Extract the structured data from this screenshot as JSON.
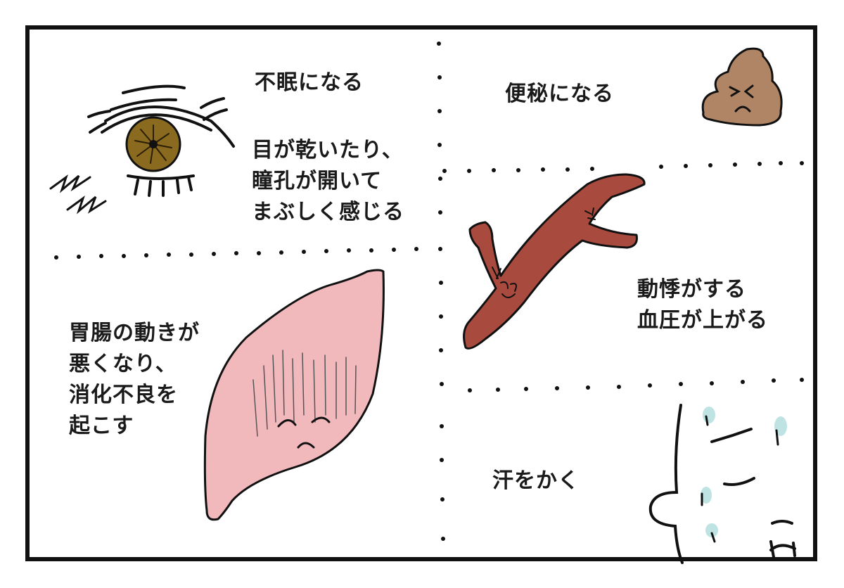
{
  "insomnia": {
    "title": "不眠になる",
    "lines": [
      "目が乾いたり、",
      "瞳孔が開いて",
      "まぶしく感じる"
    ]
  },
  "constipation": {
    "title": "便秘になる"
  },
  "heart": {
    "lines": [
      "動悸がする",
      "血圧が上がる"
    ]
  },
  "stomach": {
    "lines": [
      "胃腸の動きが",
      "悪くなり、",
      "消化不良を",
      "起こす"
    ]
  },
  "sweat": {
    "title": "汗をかく"
  },
  "colors": {
    "eye_iris": "#8a6a1e",
    "poop": "#b08565",
    "vessel": "#a94a3f",
    "stomach": "#f2b9bd",
    "sweat_drop": "#bfe3e3",
    "frame": "#111111"
  },
  "icons": [
    "eye-icon",
    "poop-icon",
    "blood-vessel-icon",
    "stomach-icon",
    "sweating-face-icon"
  ]
}
